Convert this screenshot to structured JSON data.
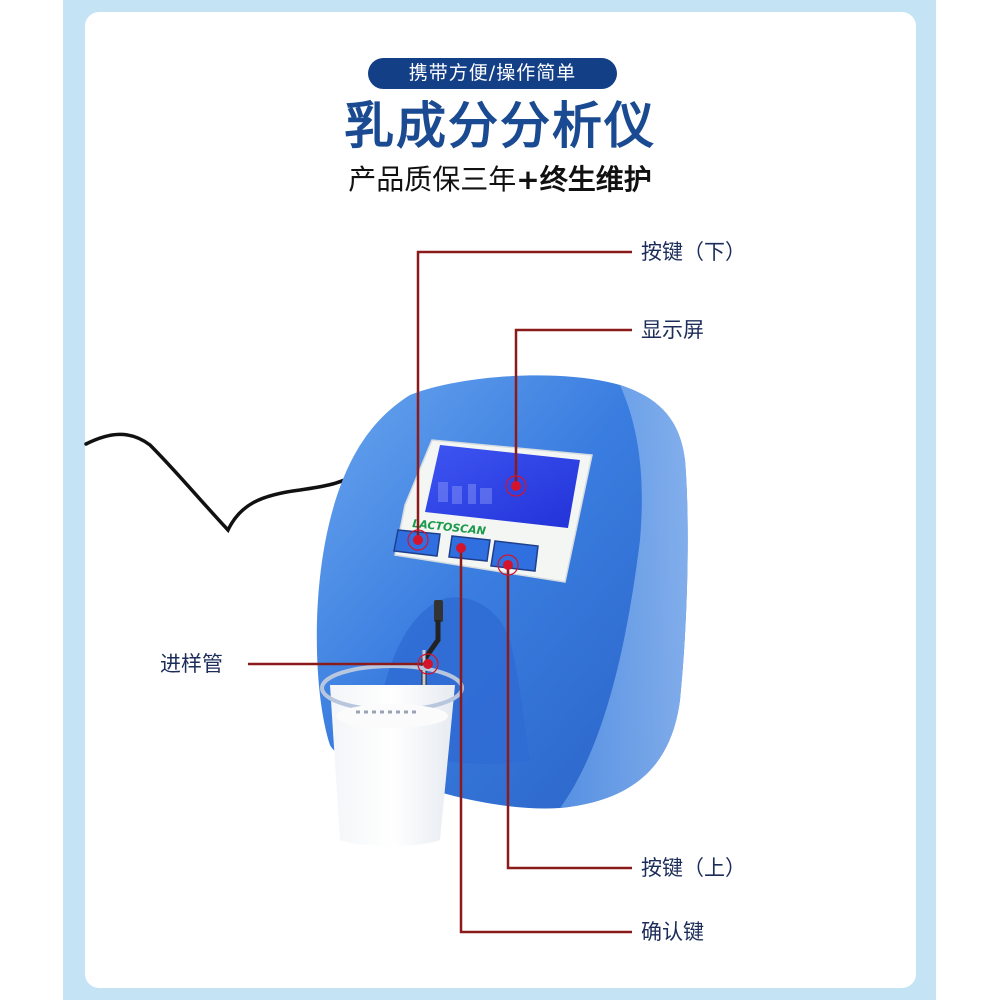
{
  "header": {
    "badge": "携带方便/操作简单",
    "title": "乳成分分析仪",
    "subtitle_regular": "产品质保三年",
    "subtitle_bold": "+终生维护"
  },
  "device": {
    "brand": "LACTOSCAN",
    "body_color": "#3b7fe0",
    "screen_color": "#2f3fe6",
    "panel_color": "#f4f6f4"
  },
  "callouts": [
    {
      "id": "button-down",
      "label": "按键（下）"
    },
    {
      "id": "display",
      "label": "显示屏"
    },
    {
      "id": "sample-tube",
      "label": "进样管"
    },
    {
      "id": "button-up",
      "label": "按键（上）"
    },
    {
      "id": "confirm-key",
      "label": "确认键"
    }
  ],
  "colors": {
    "frame": "#c4e3f5",
    "badge_bg": "#133f86",
    "title": "#1a4a91",
    "callout_line": "#8b1a1a",
    "callout_text": "#1c2d5a"
  }
}
